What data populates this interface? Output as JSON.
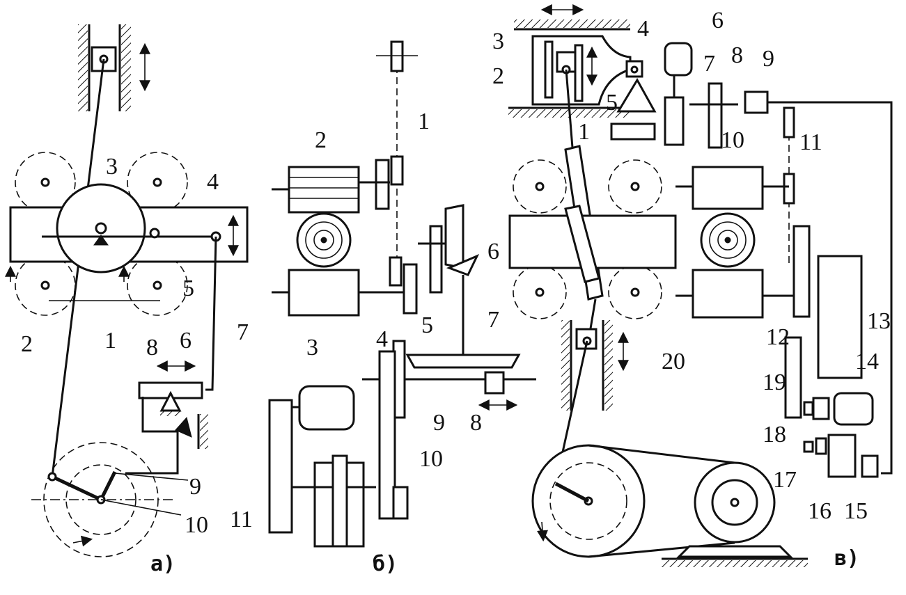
{
  "panels": [
    {
      "id": "a",
      "caption": "а)"
    },
    {
      "id": "b",
      "caption": "б)"
    },
    {
      "id": "c",
      "caption": "в)"
    }
  ],
  "labels": {
    "a": [
      "1",
      "2",
      "3",
      "4",
      "5",
      "6",
      "7",
      "8",
      "9",
      "10"
    ],
    "b": [
      "1",
      "2",
      "3",
      "4",
      "5",
      "6",
      "7",
      "8",
      "9",
      "10",
      "11"
    ],
    "c": [
      "1",
      "2",
      "3",
      "4",
      "5",
      "6",
      "7",
      "8",
      "9",
      "10",
      "11",
      "12",
      "13",
      "14",
      "15",
      "16",
      "17",
      "18",
      "19",
      "20"
    ]
  },
  "colors": {
    "ink": "#111111",
    "paper": "#ffffff"
  },
  "icons": [
    "hatched-support-icon",
    "double-arrow-icon",
    "rotation-arrow-icon",
    "hinge-pivot-icon"
  ]
}
